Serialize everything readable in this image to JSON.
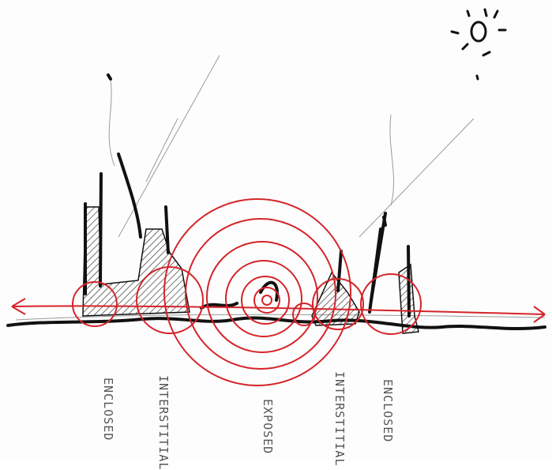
{
  "sketch": {
    "labels": [
      "ENCLOSED",
      "INTERSTITIAL",
      "EXPOSED",
      "INTERSTITIAL",
      "ENCLOSED"
    ],
    "colors": {
      "ink": "#111111",
      "pencil": "#9a9a9a",
      "red": "#d4242a",
      "label": "#555555"
    }
  }
}
